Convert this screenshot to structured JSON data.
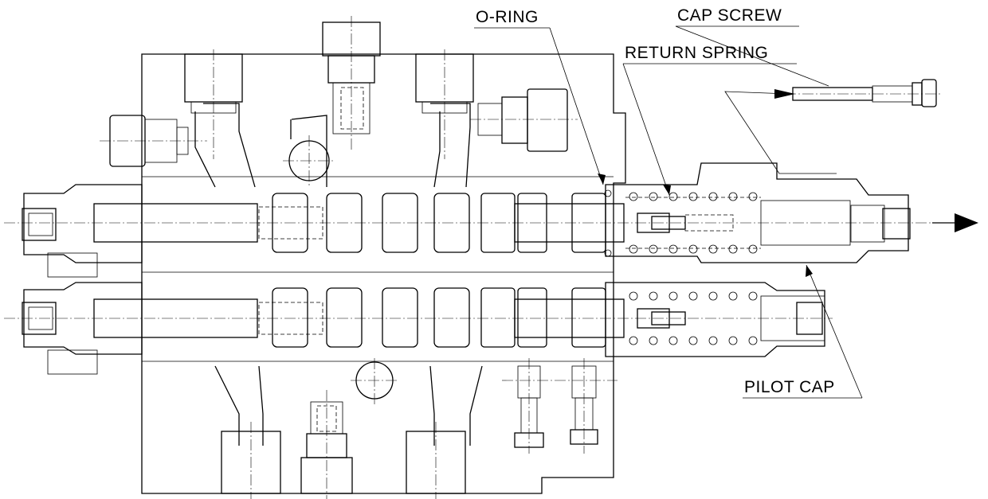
{
  "callouts": {
    "o_ring": "O-RING",
    "cap_screw": "CAP SCREW",
    "return_spring": "RETURN SPRING",
    "pilot_cap": "PILOT CAP"
  }
}
